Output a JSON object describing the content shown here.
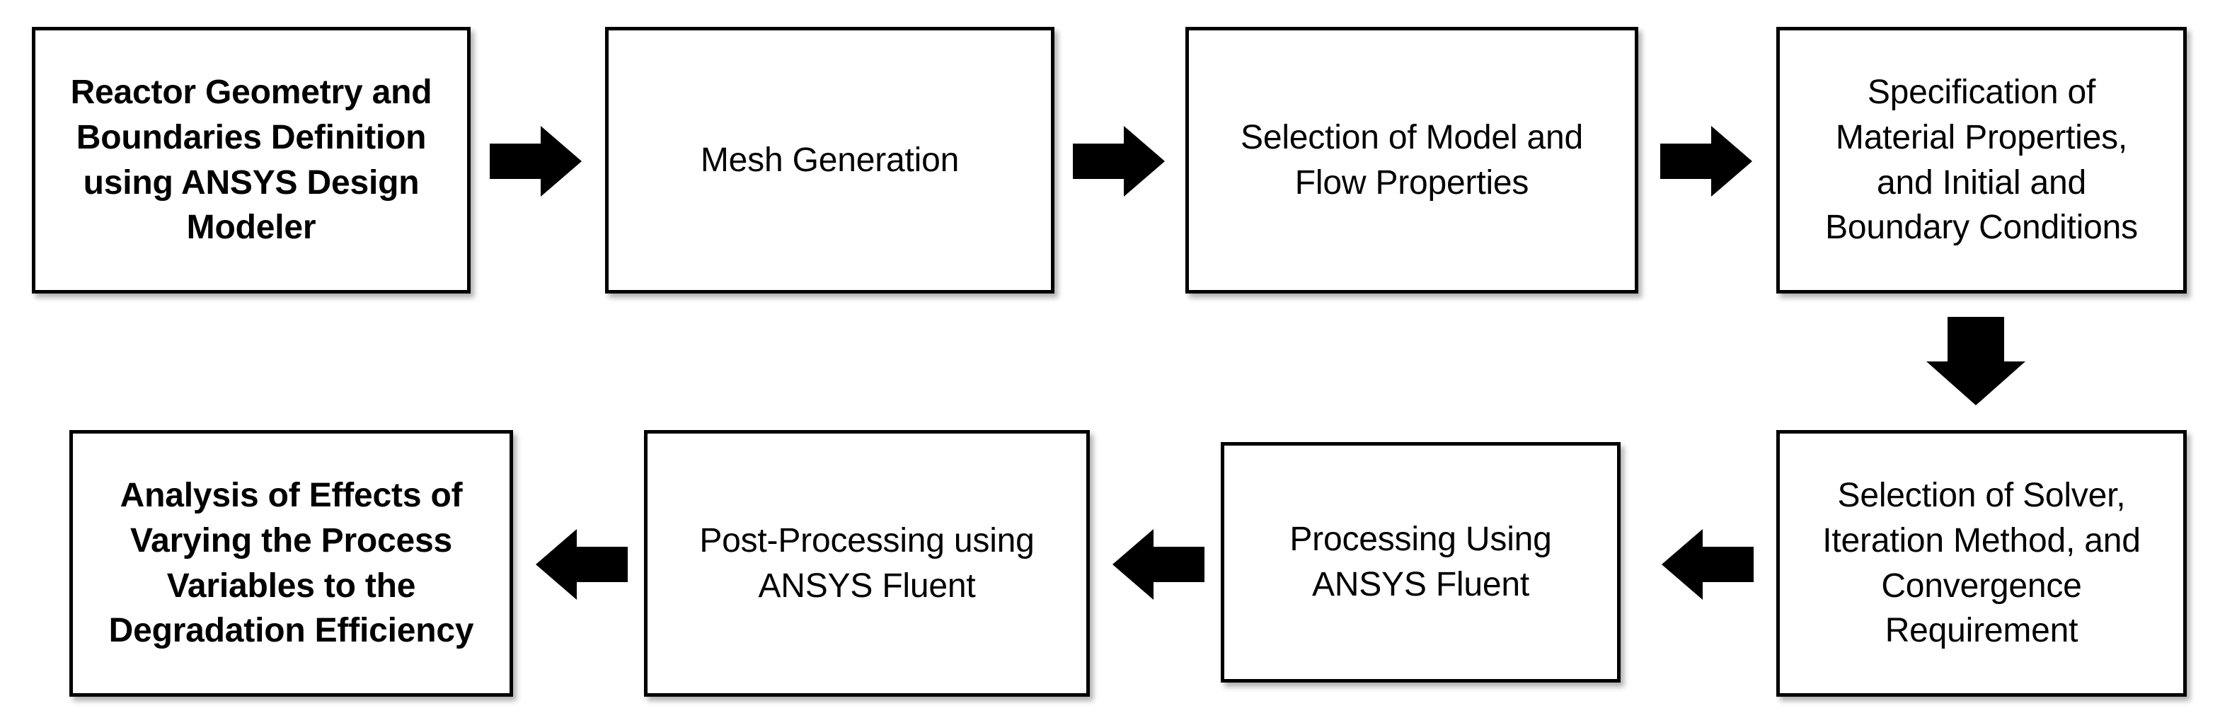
{
  "diagram": {
    "title": "CFD Simulation Workflow Flowchart",
    "background_color": "#ffffff",
    "stroke_color": "#000000",
    "fill_color": "#ffffff"
  },
  "nodes": [
    {
      "id": "reactor-geometry",
      "label": "Reactor Geometry and\nBoundaries Definition\nusing ANSYS Design\nModeler",
      "weight": "bold",
      "row": 1,
      "order": 1
    },
    {
      "id": "mesh-generation",
      "label": "Mesh Generation",
      "weight": "regular",
      "row": 1,
      "order": 2
    },
    {
      "id": "model-flow-properties",
      "label": "Selection of Model and\nFlow Properties",
      "weight": "regular",
      "row": 1,
      "order": 3
    },
    {
      "id": "material-properties",
      "label": "Specification of\nMaterial Properties,\nand Initial and\nBoundary Conditions",
      "weight": "regular",
      "row": 1,
      "order": 4
    },
    {
      "id": "solver-selection",
      "label": "Selection of Solver,\nIteration Method, and\nConvergence\nRequirement",
      "weight": "regular",
      "row": 2,
      "order": 1
    },
    {
      "id": "processing-fluent",
      "label": "Processing Using\nANSYS Fluent",
      "weight": "regular",
      "row": 2,
      "order": 2
    },
    {
      "id": "post-processing-fluent",
      "label": "Post-Processing using\nANSYS Fluent",
      "weight": "regular",
      "row": 2,
      "order": 3
    },
    {
      "id": "analysis-effects",
      "label": "Analysis of Effects of\nVarying the Process\nVariables to the\nDegradation Efficiency",
      "weight": "bold",
      "row": 2,
      "order": 4
    }
  ],
  "connectors": [
    {
      "id": "arrow-1",
      "direction": "right",
      "from": "reactor-geometry",
      "to": "mesh-generation"
    },
    {
      "id": "arrow-2",
      "direction": "right",
      "from": "mesh-generation",
      "to": "model-flow-properties"
    },
    {
      "id": "arrow-3",
      "direction": "right",
      "from": "model-flow-properties",
      "to": "material-properties"
    },
    {
      "id": "arrow-4",
      "direction": "down",
      "from": "material-properties",
      "to": "solver-selection"
    },
    {
      "id": "arrow-5",
      "direction": "left",
      "from": "solver-selection",
      "to": "processing-fluent"
    },
    {
      "id": "arrow-6",
      "direction": "left",
      "from": "processing-fluent",
      "to": "post-processing-fluent"
    },
    {
      "id": "arrow-7",
      "direction": "left",
      "from": "post-processing-fluent",
      "to": "analysis-effects"
    }
  ]
}
